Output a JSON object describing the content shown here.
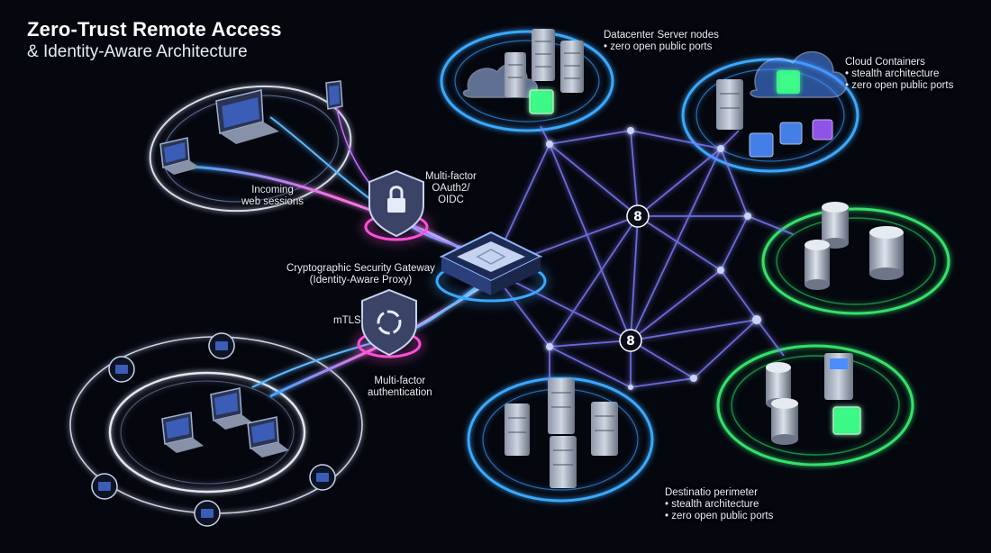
{
  "title": {
    "line1": "Zero-Trust Remote Access",
    "line2": "& Identity-Aware Architecture"
  },
  "labels": {
    "incoming": [
      "Incoming",
      "web sessions"
    ],
    "mfa_oauth": [
      "Multi-factor",
      "OAuth2/",
      "OIDC"
    ],
    "gateway": [
      "Cryptographic Security Gateway",
      "(Identity-Aware Proxy)"
    ],
    "mtls": "mTLS",
    "mfa_auth": [
      "Multi-factor",
      "authentication"
    ],
    "datacenter": [
      "Datacenter Server nodes",
      "• zero open public ports"
    ],
    "cloud": [
      "Cloud Containers",
      "• stealth architecture",
      "• zero open public ports"
    ],
    "destination": [
      "Destinatio perimeter",
      "• stealth architecture",
      "• zero open public ports"
    ]
  },
  "colors": {
    "background": "#05070f",
    "blue_ring": "#3aa8ff",
    "green_ring": "#35e06a",
    "magenta": "#ff4fd8",
    "mesh": "#7f7cff",
    "cube_green": "#3dff8a",
    "cube_purple": "#a05cff"
  },
  "icons": [
    "shield-lock-icon",
    "shield-sync-icon",
    "laptop-icon",
    "tablet-icon",
    "server-icon",
    "database-icon",
    "cloud-icon",
    "container-cube-icon",
    "gateway-chip-icon",
    "mesh-hub-icon"
  ]
}
